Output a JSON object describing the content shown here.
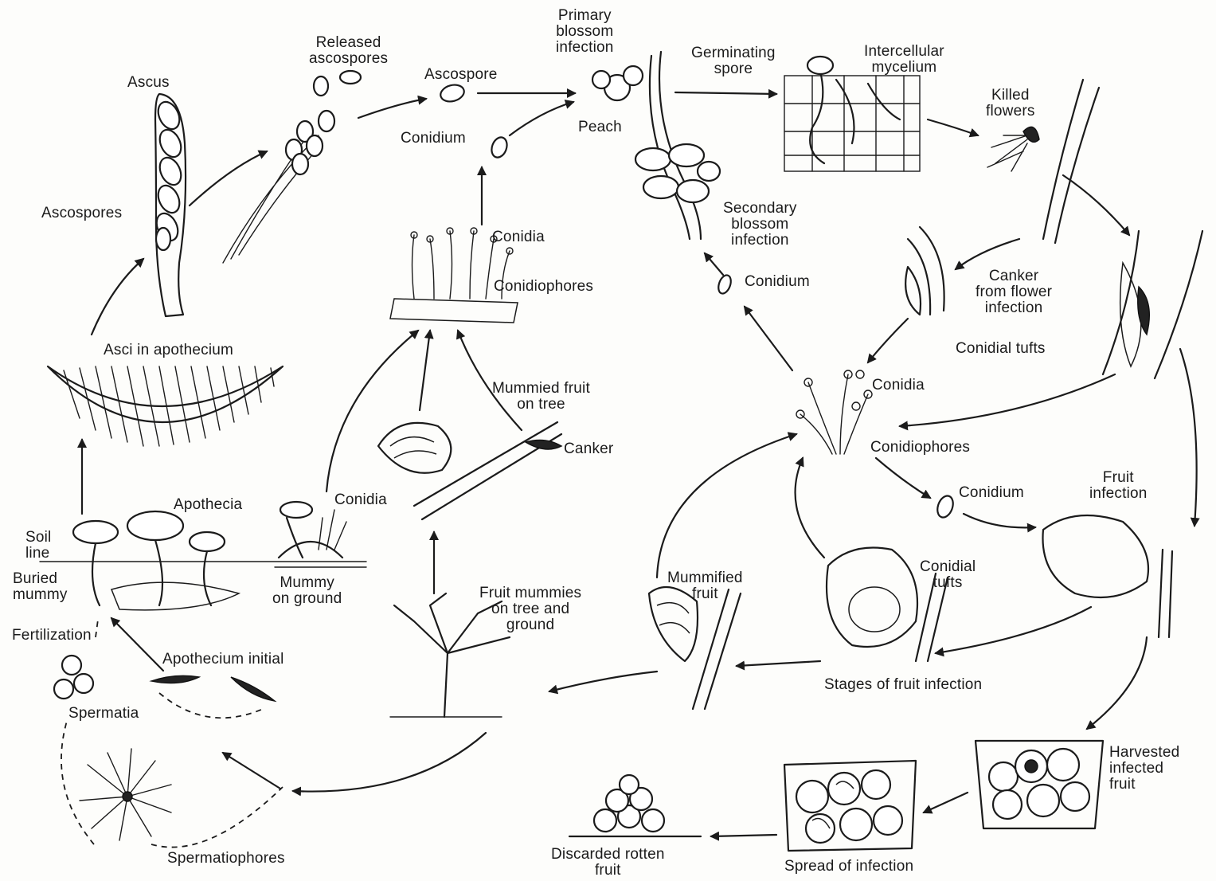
{
  "labels": {
    "ascus": "Ascus",
    "released_ascospores": "Released\nascospores",
    "ascospore": "Ascospore",
    "primary_blossom_infection": "Primary\nblossom\ninfection",
    "peach": "Peach",
    "germinating_spore": "Germinating\nspore",
    "intercellular_mycelium": "Intercellular\nmycelium",
    "killed_flowers": "Killed\nflowers",
    "ascospores": "Ascospores",
    "conidium_top": "Conidium",
    "secondary_blossom_infection": "Secondary\nblossom\ninfection",
    "conidia_top": "Conidia",
    "conidiophores_top": "Conidiophores",
    "conidium_mid": "Conidium",
    "canker_flower": "Canker\nfrom flower\ninfection",
    "conidial_tufts_right": "Conidial tufts",
    "asci_in_apothecium": "Asci in apothecium",
    "mummied_fruit_on_tree": "Mummied fruit\non tree",
    "canker": "Canker",
    "conidia_right": "Conidia",
    "conidiophores_right": "Conidiophores",
    "apothecia": "Apothecia",
    "conidia_mummy": "Conidia",
    "conidium_right": "Conidium",
    "fruit_infection": "Fruit\ninfection",
    "soil_line": "Soil\nline",
    "buried_mummy": "Buried\nmummy",
    "mummy_on_ground": "Mummy\non ground",
    "mummified_fruit": "Mummified\nfruit",
    "conidial_tufts_fruit": "Conidial\ntufts",
    "fruit_mummies": "Fruit mummies\non tree and\nground",
    "fertilization": "Fertilization",
    "apothecium_initial": "Apothecium initial",
    "stages_of_fruit_infection": "Stages of fruit infection",
    "spermatia": "Spermatia",
    "harvested_infected_fruit": "Harvested\ninfected\nfruit",
    "spermatiophores": "Spermatiophores",
    "discarded_rotten_fruit": "Discarded rotten\nfruit",
    "spread_of_infection": "Spread of infection"
  }
}
